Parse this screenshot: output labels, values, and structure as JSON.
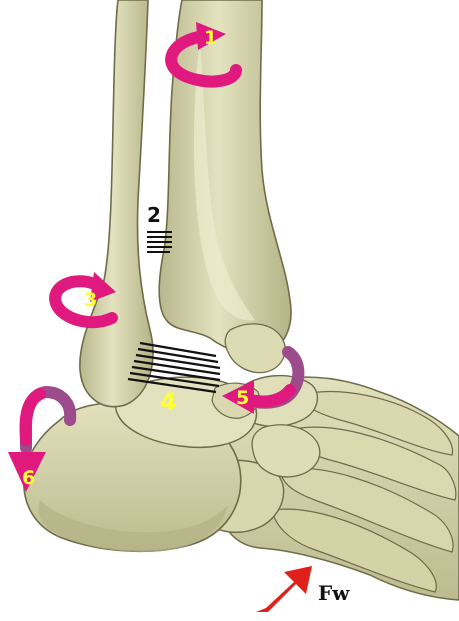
{
  "figure": {
    "labels": {
      "one": "1",
      "two": "2",
      "three": "3",
      "four": "4",
      "five": "5",
      "six": "6",
      "force": "Fw"
    },
    "colors": {
      "bone_fill": "#D6D5A8",
      "bone_light": "#E9E8C6",
      "bone_shadow": "#A9A77A",
      "outline": "#6F6C4A",
      "arrow_magenta": "#E0197F",
      "arrow_magenta_dark": "#A11058",
      "arrow_back": "#9C4C8A",
      "label_yellow": "#FFFF33",
      "label_black": "#111111",
      "force_arrow": "#E0201A",
      "hatch": "#111111",
      "background": "#FFFFFF"
    },
    "icons": [
      "rotation-arrow-icon",
      "force-arrow-icon"
    ]
  }
}
